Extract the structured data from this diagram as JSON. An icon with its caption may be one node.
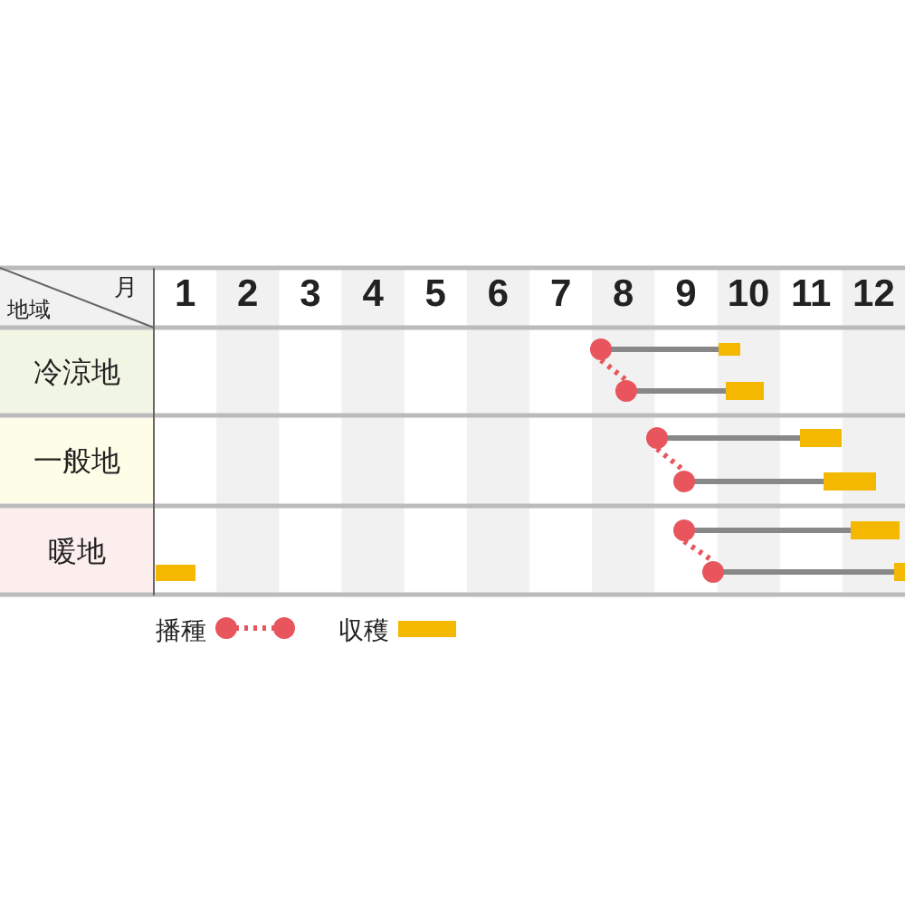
{
  "diagram": {
    "labels": [
      "月",
      "地域",
      "1",
      "2",
      "3",
      "4",
      "5",
      "6",
      "7",
      "8",
      "9",
      "10",
      "11",
      "12",
      "冷涼地",
      "一般地",
      "暖地"
    ],
    "legend": [
      {
        "text": "播種"
      },
      {
        "text": "収穫",
        "color": "#f5b800"
      }
    ]
  }
}
